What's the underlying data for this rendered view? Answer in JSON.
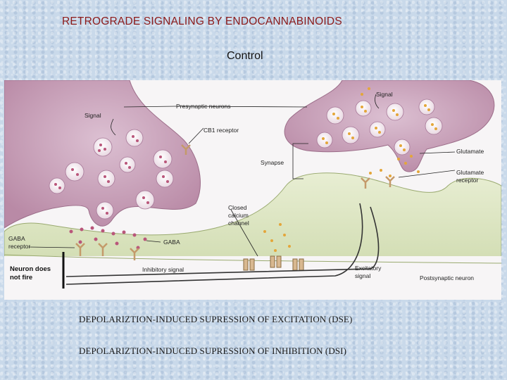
{
  "header": {
    "title": "RETROGRADE SIGNALING BY ENDOCANNABINOIDS",
    "subtitle": "Control"
  },
  "diagram": {
    "labels": {
      "presynaptic": "Presynaptic neurons",
      "signal_left": "Signal",
      "signal_right": "Signal",
      "cb1": "CB1 receptor",
      "synapse": "Synapse",
      "glutamate": "Glutamate",
      "glutamate_receptor_1": "Glutamate",
      "glutamate_receptor_2": "receptor",
      "closed_1": "Closed",
      "closed_2": "calcium",
      "closed_3": "channel",
      "gaba_receptor_1": "GABA",
      "gaba_receptor_2": "receptor",
      "gaba": "GABA",
      "neuron_not_fire_1": "Neuron does",
      "neuron_not_fire_2": "not fire",
      "inhibitory": "Inhibitory signal",
      "excitatory_1": "Excitatory",
      "excitatory_2": "signal",
      "postsynaptic": "Postsynaptic neuron"
    },
    "colors": {
      "presynaptic_fill": "#c7a0b8",
      "postsynaptic_fill": "#d9e3bf",
      "vesicle": "#b9567a",
      "glutamate_dot": "#e4a63a"
    }
  },
  "captions": {
    "dse": "DEPOLARIZTION-INDUCED SUPRESSION OF EXCITATION (DSE)",
    "dsi": "DEPOLARIZTION-INDUCED SUPRESSION OF INHIBITION (DSI)"
  }
}
